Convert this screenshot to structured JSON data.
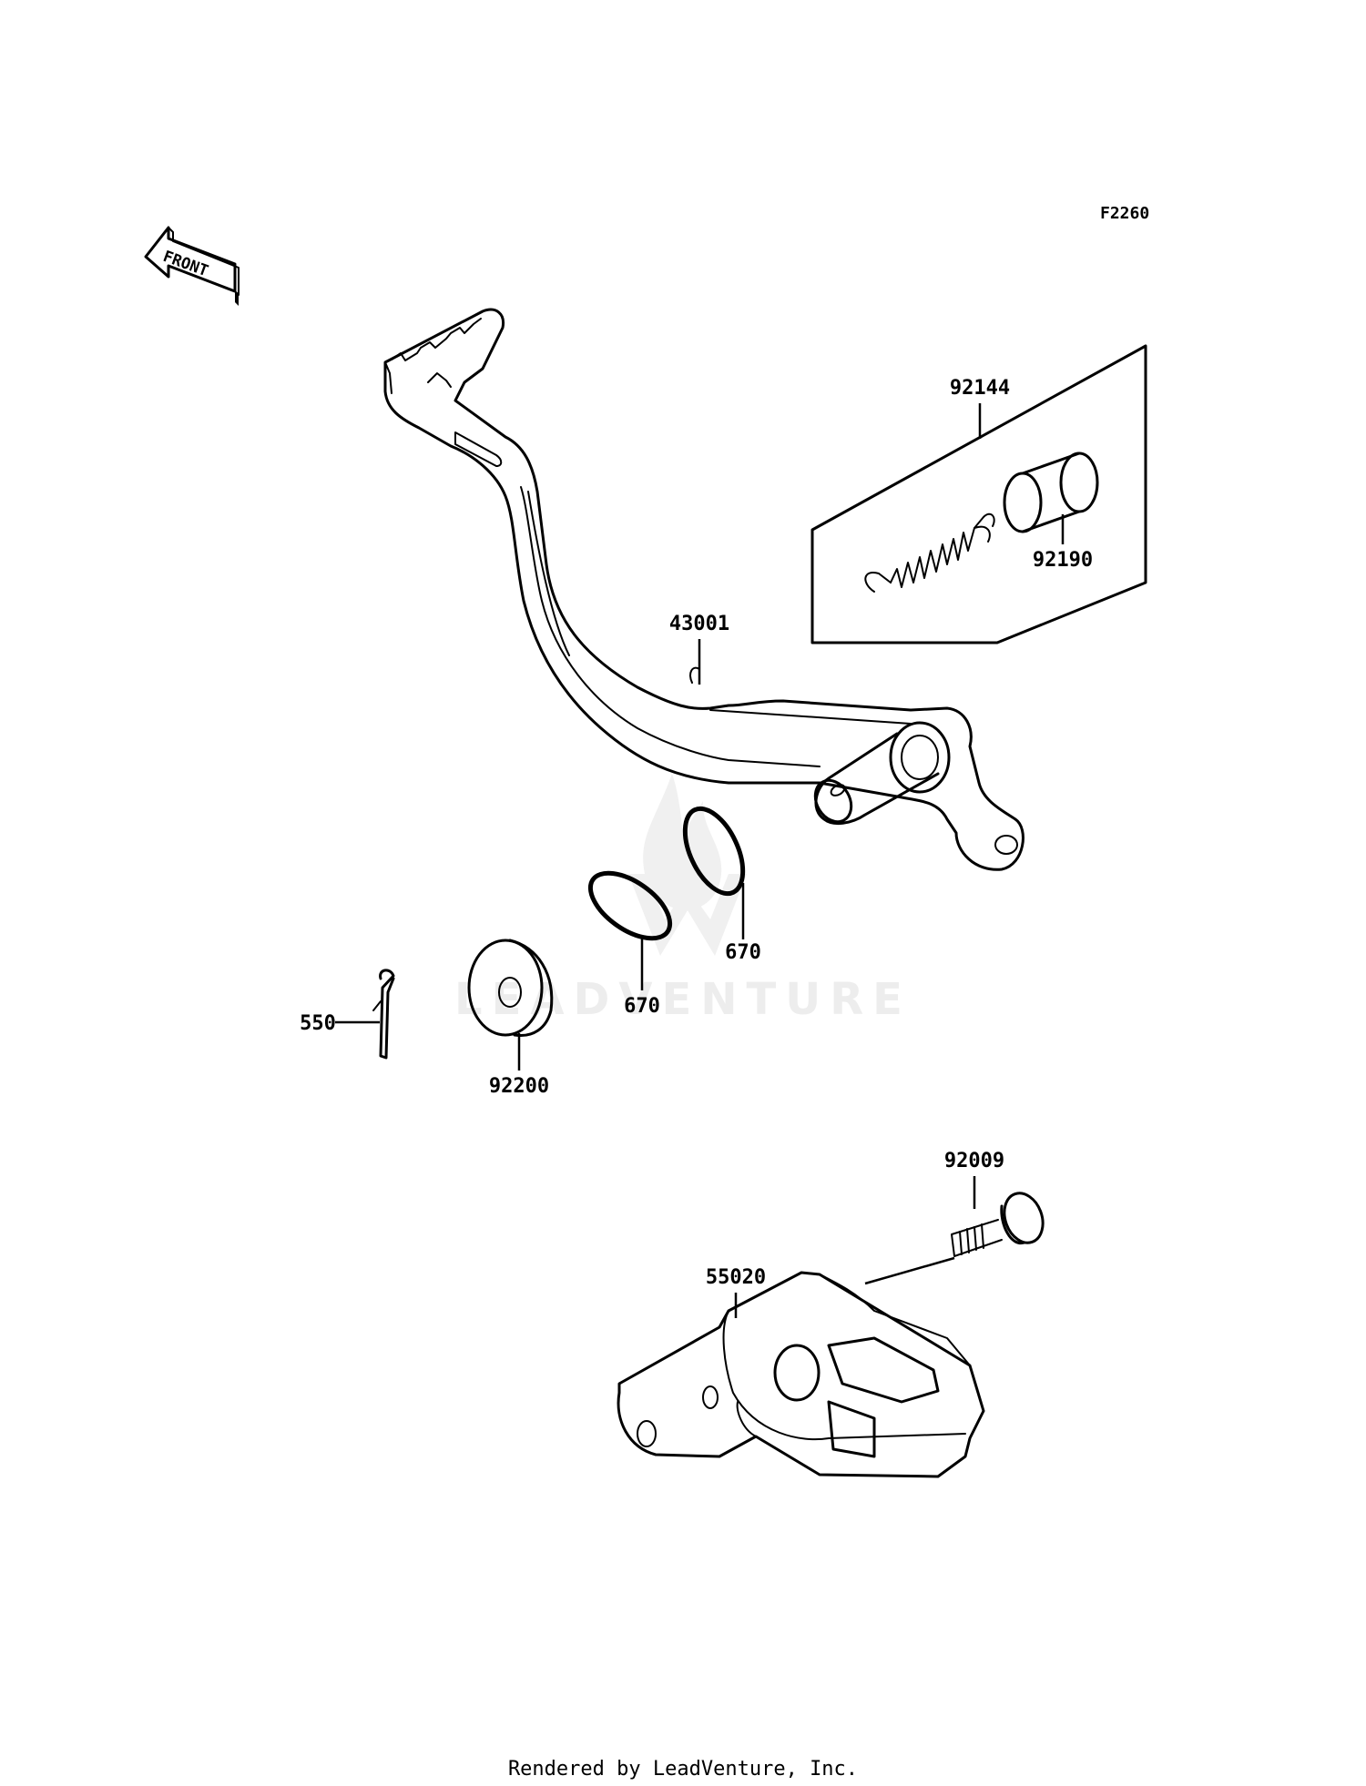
{
  "diagram_code": "F2260",
  "front_marker": "FRONT",
  "watermark": "LEADVENTURE",
  "footer": "Rendered by LeadVenture, Inc.",
  "callouts": {
    "p92144": "92144",
    "p92190": "92190",
    "p43001": "43001",
    "p670_upper": "670",
    "p670_lower": "670",
    "p550": "550",
    "p92200": "92200",
    "p92009": "92009",
    "p55020": "55020"
  }
}
